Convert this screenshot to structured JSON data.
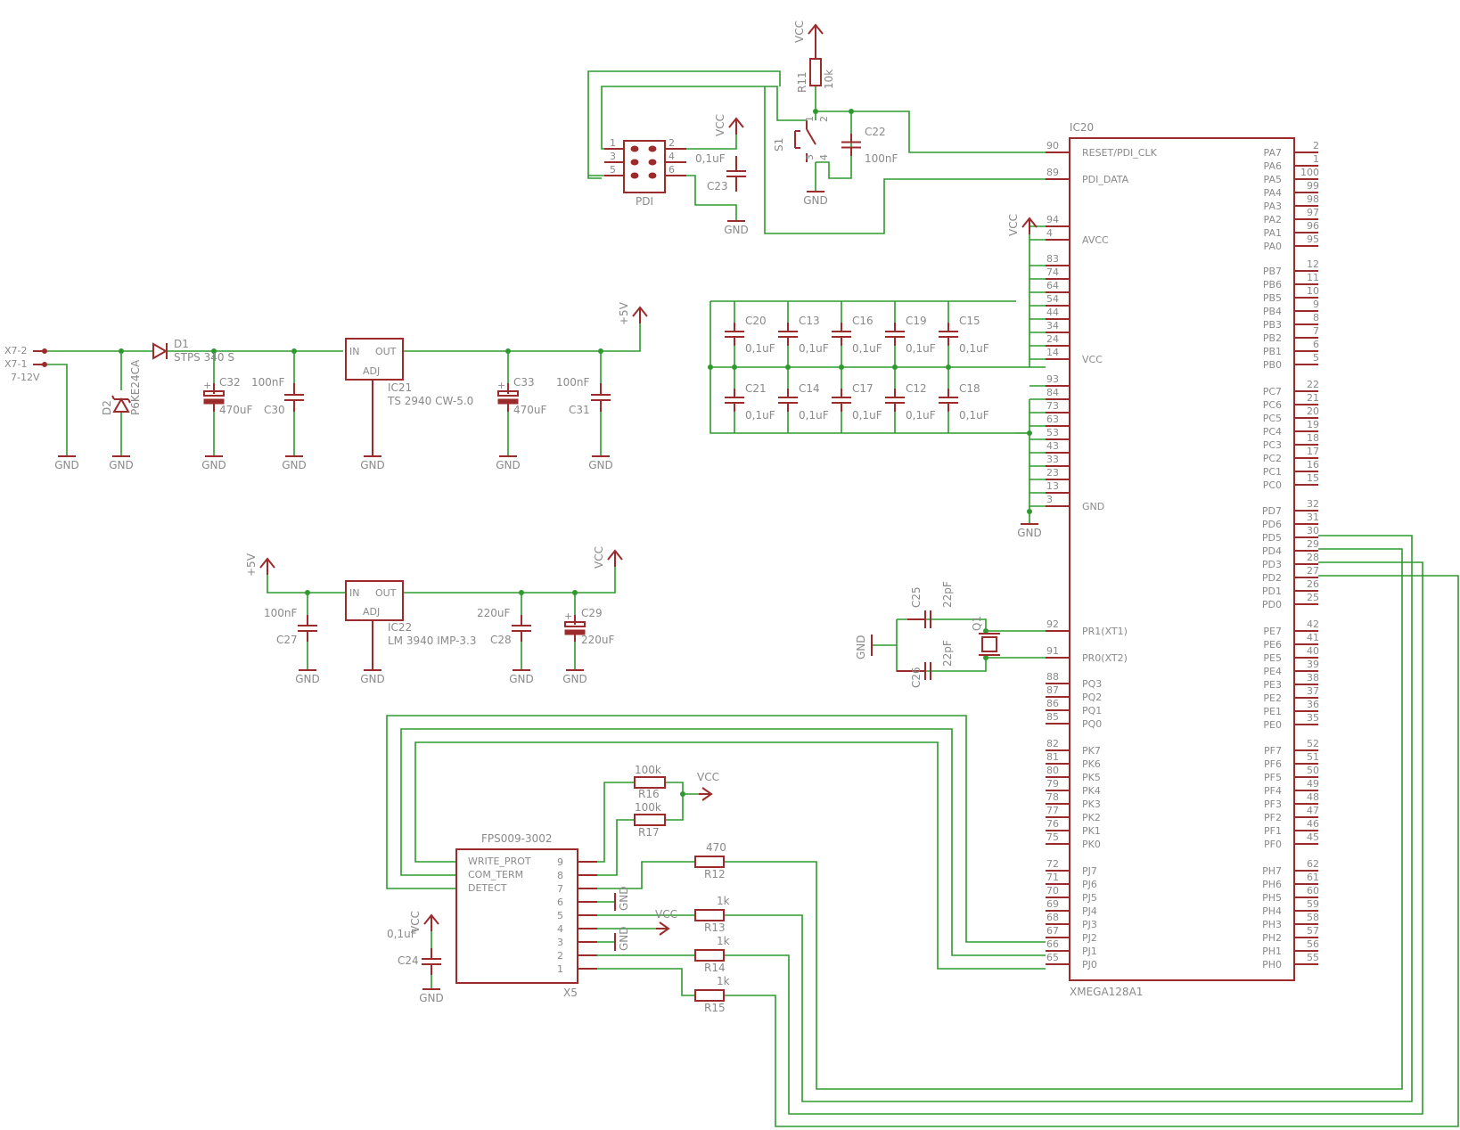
{
  "colors": {
    "symbol": "#9c2b2b",
    "wire": "#2e9a2e",
    "text": "#8a8a8a",
    "background": "#ffffff"
  },
  "ic20": {
    "name": "IC20",
    "part": "XMEGA128A1",
    "left_pins": [
      {
        "num": "90",
        "label": "RESET/PDI_CLK"
      },
      {
        "num": "89",
        "label": "PDI_DATA"
      },
      {
        "num": "94",
        "label": ""
      },
      {
        "num": "4",
        "label": "AVCC"
      },
      {
        "num": "83",
        "label": ""
      },
      {
        "num": "74",
        "label": ""
      },
      {
        "num": "64",
        "label": ""
      },
      {
        "num": "54",
        "label": ""
      },
      {
        "num": "44",
        "label": ""
      },
      {
        "num": "34",
        "label": ""
      },
      {
        "num": "24",
        "label": ""
      },
      {
        "num": "14",
        "label": "VCC"
      },
      {
        "num": "93",
        "label": ""
      },
      {
        "num": "84",
        "label": ""
      },
      {
        "num": "73",
        "label": ""
      },
      {
        "num": "63",
        "label": ""
      },
      {
        "num": "53",
        "label": ""
      },
      {
        "num": "43",
        "label": ""
      },
      {
        "num": "33",
        "label": ""
      },
      {
        "num": "23",
        "label": ""
      },
      {
        "num": "13",
        "label": ""
      },
      {
        "num": "3",
        "label": "GND"
      },
      {
        "num": "92",
        "label": "PR1(XT1)"
      },
      {
        "num": "91",
        "label": "PR0(XT2)"
      },
      {
        "num": "88",
        "label": "PQ3"
      },
      {
        "num": "87",
        "label": "PQ2"
      },
      {
        "num": "86",
        "label": "PQ1"
      },
      {
        "num": "85",
        "label": "PQ0"
      },
      {
        "num": "82",
        "label": "PK7"
      },
      {
        "num": "81",
        "label": "PK6"
      },
      {
        "num": "80",
        "label": "PK5"
      },
      {
        "num": "79",
        "label": "PK4"
      },
      {
        "num": "78",
        "label": "PK3"
      },
      {
        "num": "77",
        "label": "PK2"
      },
      {
        "num": "76",
        "label": "PK1"
      },
      {
        "num": "75",
        "label": "PK0"
      },
      {
        "num": "72",
        "label": "PJ7"
      },
      {
        "num": "71",
        "label": "PJ6"
      },
      {
        "num": "70",
        "label": "PJ5"
      },
      {
        "num": "69",
        "label": "PJ4"
      },
      {
        "num": "68",
        "label": "PJ3"
      },
      {
        "num": "67",
        "label": "PJ2"
      },
      {
        "num": "66",
        "label": "PJ1"
      },
      {
        "num": "65",
        "label": "PJ0"
      }
    ],
    "right_pins": [
      {
        "num": "2",
        "label": "PA7"
      },
      {
        "num": "1",
        "label": "PA6"
      },
      {
        "num": "100",
        "label": "PA5"
      },
      {
        "num": "99",
        "label": "PA4"
      },
      {
        "num": "98",
        "label": "PA3"
      },
      {
        "num": "97",
        "label": "PA2"
      },
      {
        "num": "96",
        "label": "PA1"
      },
      {
        "num": "95",
        "label": "PA0"
      },
      {
        "num": "12",
        "label": "PB7"
      },
      {
        "num": "11",
        "label": "PB6"
      },
      {
        "num": "10",
        "label": "PB5"
      },
      {
        "num": "9",
        "label": "PB4"
      },
      {
        "num": "8",
        "label": "PB3"
      },
      {
        "num": "7",
        "label": "PB2"
      },
      {
        "num": "6",
        "label": "PB1"
      },
      {
        "num": "5",
        "label": "PB0"
      },
      {
        "num": "22",
        "label": "PC7"
      },
      {
        "num": "21",
        "label": "PC6"
      },
      {
        "num": "20",
        "label": "PC5"
      },
      {
        "num": "19",
        "label": "PC4"
      },
      {
        "num": "18",
        "label": "PC3"
      },
      {
        "num": "17",
        "label": "PC2"
      },
      {
        "num": "16",
        "label": "PC1"
      },
      {
        "num": "15",
        "label": "PC0"
      },
      {
        "num": "32",
        "label": "PD7"
      },
      {
        "num": "31",
        "label": "PD6"
      },
      {
        "num": "30",
        "label": "PD5"
      },
      {
        "num": "29",
        "label": "PD4"
      },
      {
        "num": "28",
        "label": "PD3"
      },
      {
        "num": "27",
        "label": "PD2"
      },
      {
        "num": "26",
        "label": "PD1"
      },
      {
        "num": "25",
        "label": "PD0"
      },
      {
        "num": "42",
        "label": "PE7"
      },
      {
        "num": "41",
        "label": "PE6"
      },
      {
        "num": "40",
        "label": "PE5"
      },
      {
        "num": "39",
        "label": "PE4"
      },
      {
        "num": "38",
        "label": "PE3"
      },
      {
        "num": "37",
        "label": "PE2"
      },
      {
        "num": "36",
        "label": "PE1"
      },
      {
        "num": "35",
        "label": "PE0"
      },
      {
        "num": "52",
        "label": "PF7"
      },
      {
        "num": "51",
        "label": "PF6"
      },
      {
        "num": "50",
        "label": "PF5"
      },
      {
        "num": "49",
        "label": "PF4"
      },
      {
        "num": "48",
        "label": "PF3"
      },
      {
        "num": "47",
        "label": "PF2"
      },
      {
        "num": "46",
        "label": "PF1"
      },
      {
        "num": "45",
        "label": "PF0"
      },
      {
        "num": "62",
        "label": "PH7"
      },
      {
        "num": "61",
        "label": "PH6"
      },
      {
        "num": "60",
        "label": "PH5"
      },
      {
        "num": "59",
        "label": "PH4"
      },
      {
        "num": "58",
        "label": "PH3"
      },
      {
        "num": "57",
        "label": "PH2"
      },
      {
        "num": "56",
        "label": "PH1"
      },
      {
        "num": "55",
        "label": "PH0"
      }
    ]
  },
  "pdi": {
    "name": "PDI",
    "pins": [
      "1",
      "2",
      "3",
      "4",
      "5",
      "6"
    ]
  },
  "labels": {
    "vcc": "VCC",
    "gnd": "GND",
    "plus5v": "+5V",
    "x7_2": "X7-2",
    "x7_1": "X7-1",
    "v7_12": "7-12V",
    "d1": "D1",
    "d1_part": "STPS 340 S",
    "d2": "D2",
    "d2_part": "P6KE24CA",
    "c32": "C32",
    "c32_val": "470uF",
    "c30": "C30",
    "c30_val": "100nF",
    "ic21": "IC21",
    "ic21_part": "TS 2940 CW-5.0",
    "c33": "C33",
    "c33_val": "470uF",
    "c31": "C31",
    "c31_val": "100nF",
    "in": "IN",
    "out": "OUT",
    "adj": "ADJ",
    "c27": "C27",
    "c27_val": "100nF",
    "ic22": "IC22",
    "ic22_part": "LM 3940 IMP-3.3",
    "c28": "C28",
    "c28_val": "220uF",
    "c29": "C29",
    "c29_val": "220uF",
    "r11": "R11",
    "r11_val": "10k",
    "s1": "S1",
    "c22": "C22",
    "c22_val": "100nF",
    "c23": "C23",
    "c23_val": "0,1uF",
    "c25": "C25",
    "c25_val": "22pF",
    "c26": "C26",
    "c26_val": "22pF",
    "q1": "Q1",
    "decaps_top": [
      "C20",
      "C13",
      "C16",
      "C19",
      "C15"
    ],
    "decaps_bot": [
      "C21",
      "C14",
      "C17",
      "C12",
      "C18"
    ],
    "decap_val": "0,1uF",
    "x5": "X5",
    "x5_part": "FPS009-3002",
    "x5_write_prot": "WRITE_PROT",
    "x5_com_term": "COM_TERM",
    "x5_detect": "DETECT",
    "x5_pins": [
      "9",
      "8",
      "7",
      "6",
      "5",
      "4",
      "3",
      "2",
      "1"
    ],
    "r16": "R16",
    "r16_val": "100k",
    "r17": "R17",
    "r17_val": "100k",
    "r12": "R12",
    "r12_val": "470",
    "r13": "R13",
    "r13_val": "1k",
    "r14": "R14",
    "r14_val": "1k",
    "r15": "R15",
    "r15_val": "1k",
    "c24": "C24",
    "c24_val": "0,1uF",
    "s1_pins": [
      "1",
      "2",
      "3",
      "4"
    ]
  }
}
